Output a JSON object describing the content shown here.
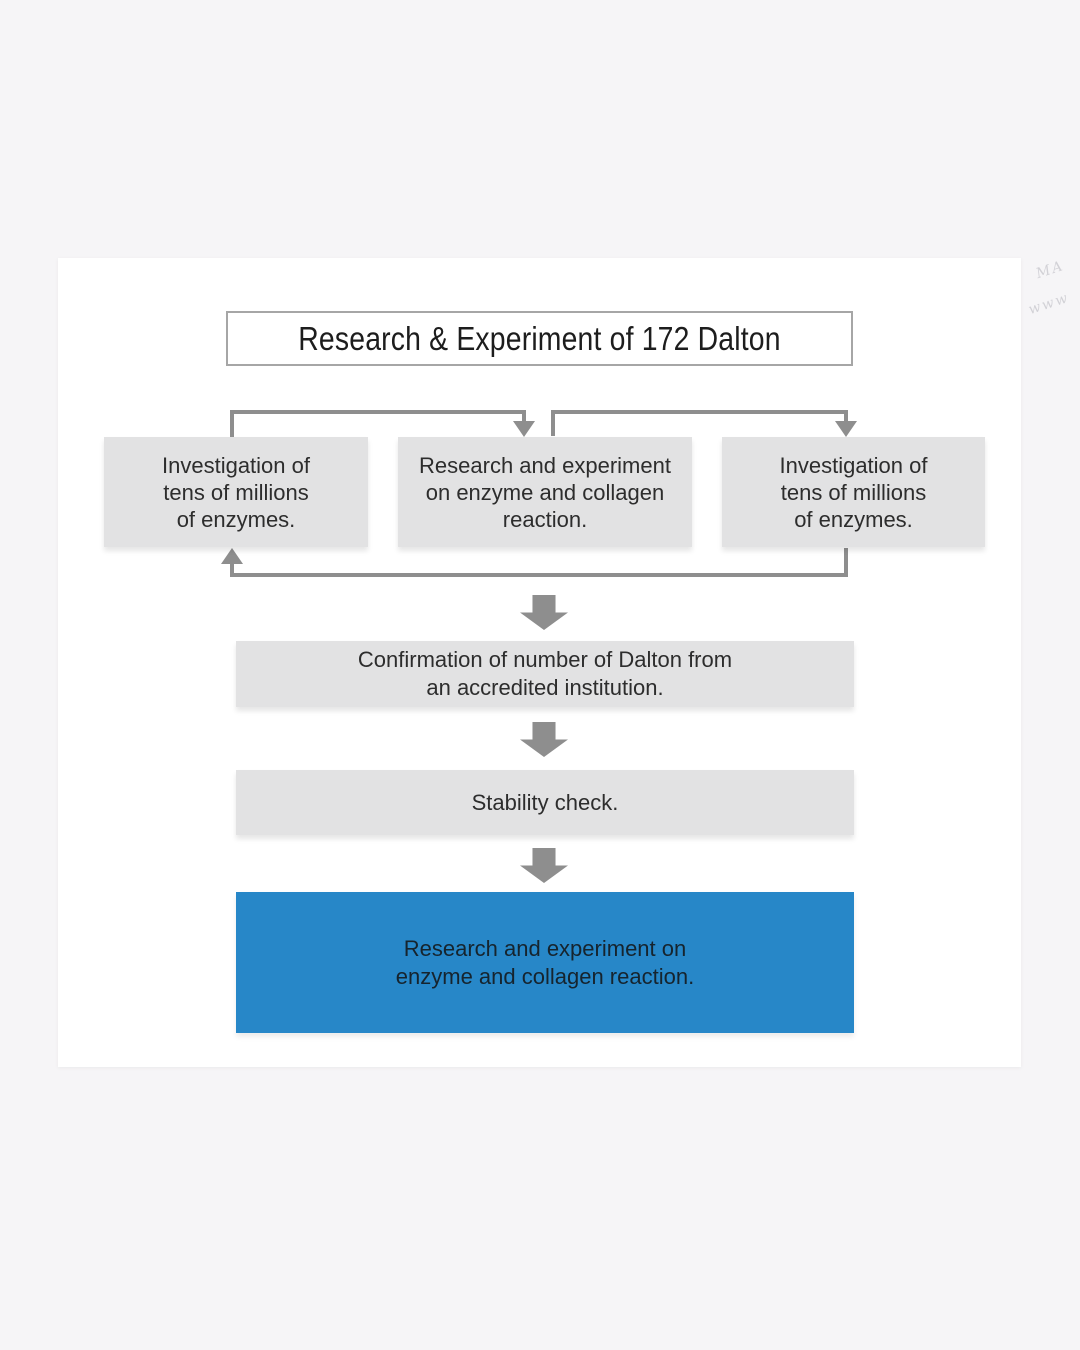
{
  "title": "Research & Experiment of 172 Dalton",
  "colors": {
    "page_background": "#f6f5f7",
    "card_background": "#ffffff",
    "box_gray": "#e2e2e3",
    "connector_gray": "#8e8e8e",
    "accent_blue": "#2787c8",
    "text_dark": "#2d2d2d",
    "blue_box_text": "#16242e",
    "title_border": "#a6a6a6"
  },
  "top_row": [
    {
      "lines": [
        "Investigation of",
        "tens of millions",
        "of enzymes."
      ]
    },
    {
      "lines": [
        "Research and experiment",
        "on enzyme and collagen",
        "reaction."
      ]
    },
    {
      "lines": [
        "Investigation of",
        "tens of millions",
        "of enzymes."
      ]
    }
  ],
  "steps": [
    {
      "lines": [
        "Confirmation of number of Dalton from",
        "an accredited institution."
      ],
      "highlight": false
    },
    {
      "lines": [
        "Stability check."
      ],
      "highlight": false
    },
    {
      "lines": [
        "Research and experiment on",
        "enzyme and collagen reaction."
      ],
      "highlight": true
    }
  ],
  "decor": {
    "scribble_line_1": "MA",
    "scribble_line_2": "www"
  }
}
